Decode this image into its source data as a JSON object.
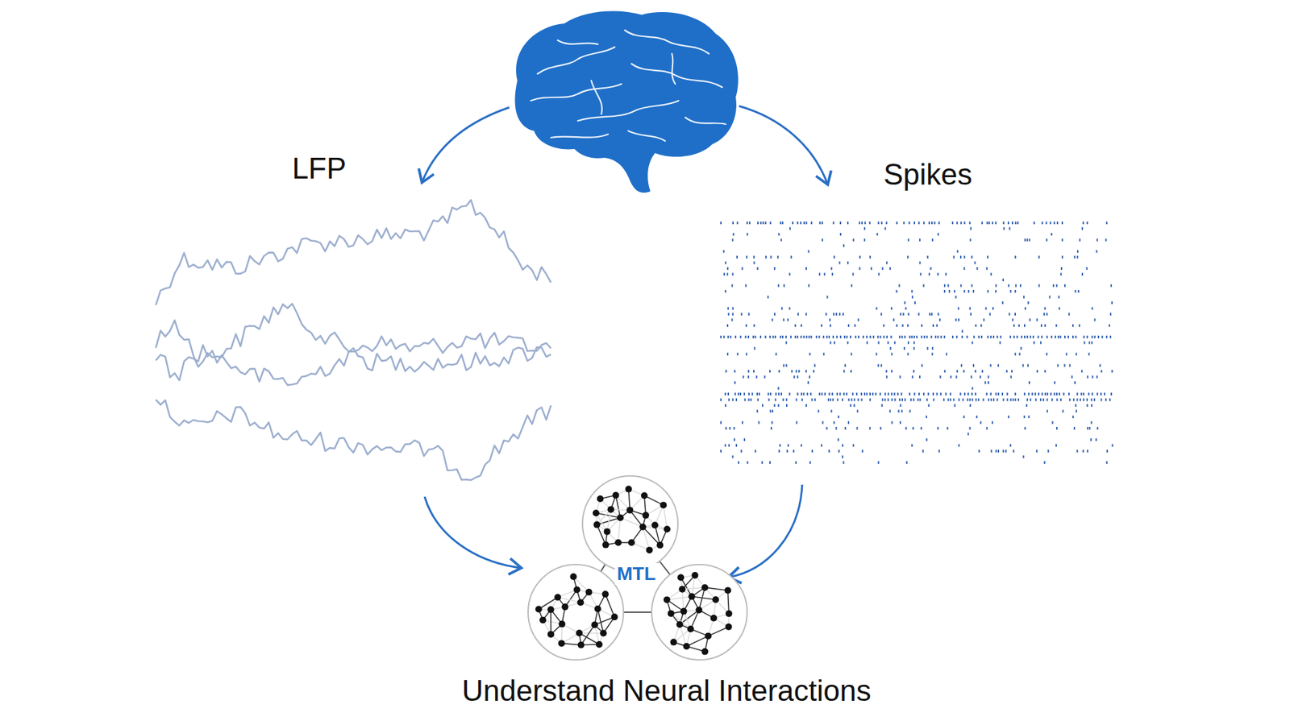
{
  "diagram": {
    "labels": [
      "LFP",
      "Spikes",
      "MTL",
      "Understand Neural Interactions"
    ]
  }
}
